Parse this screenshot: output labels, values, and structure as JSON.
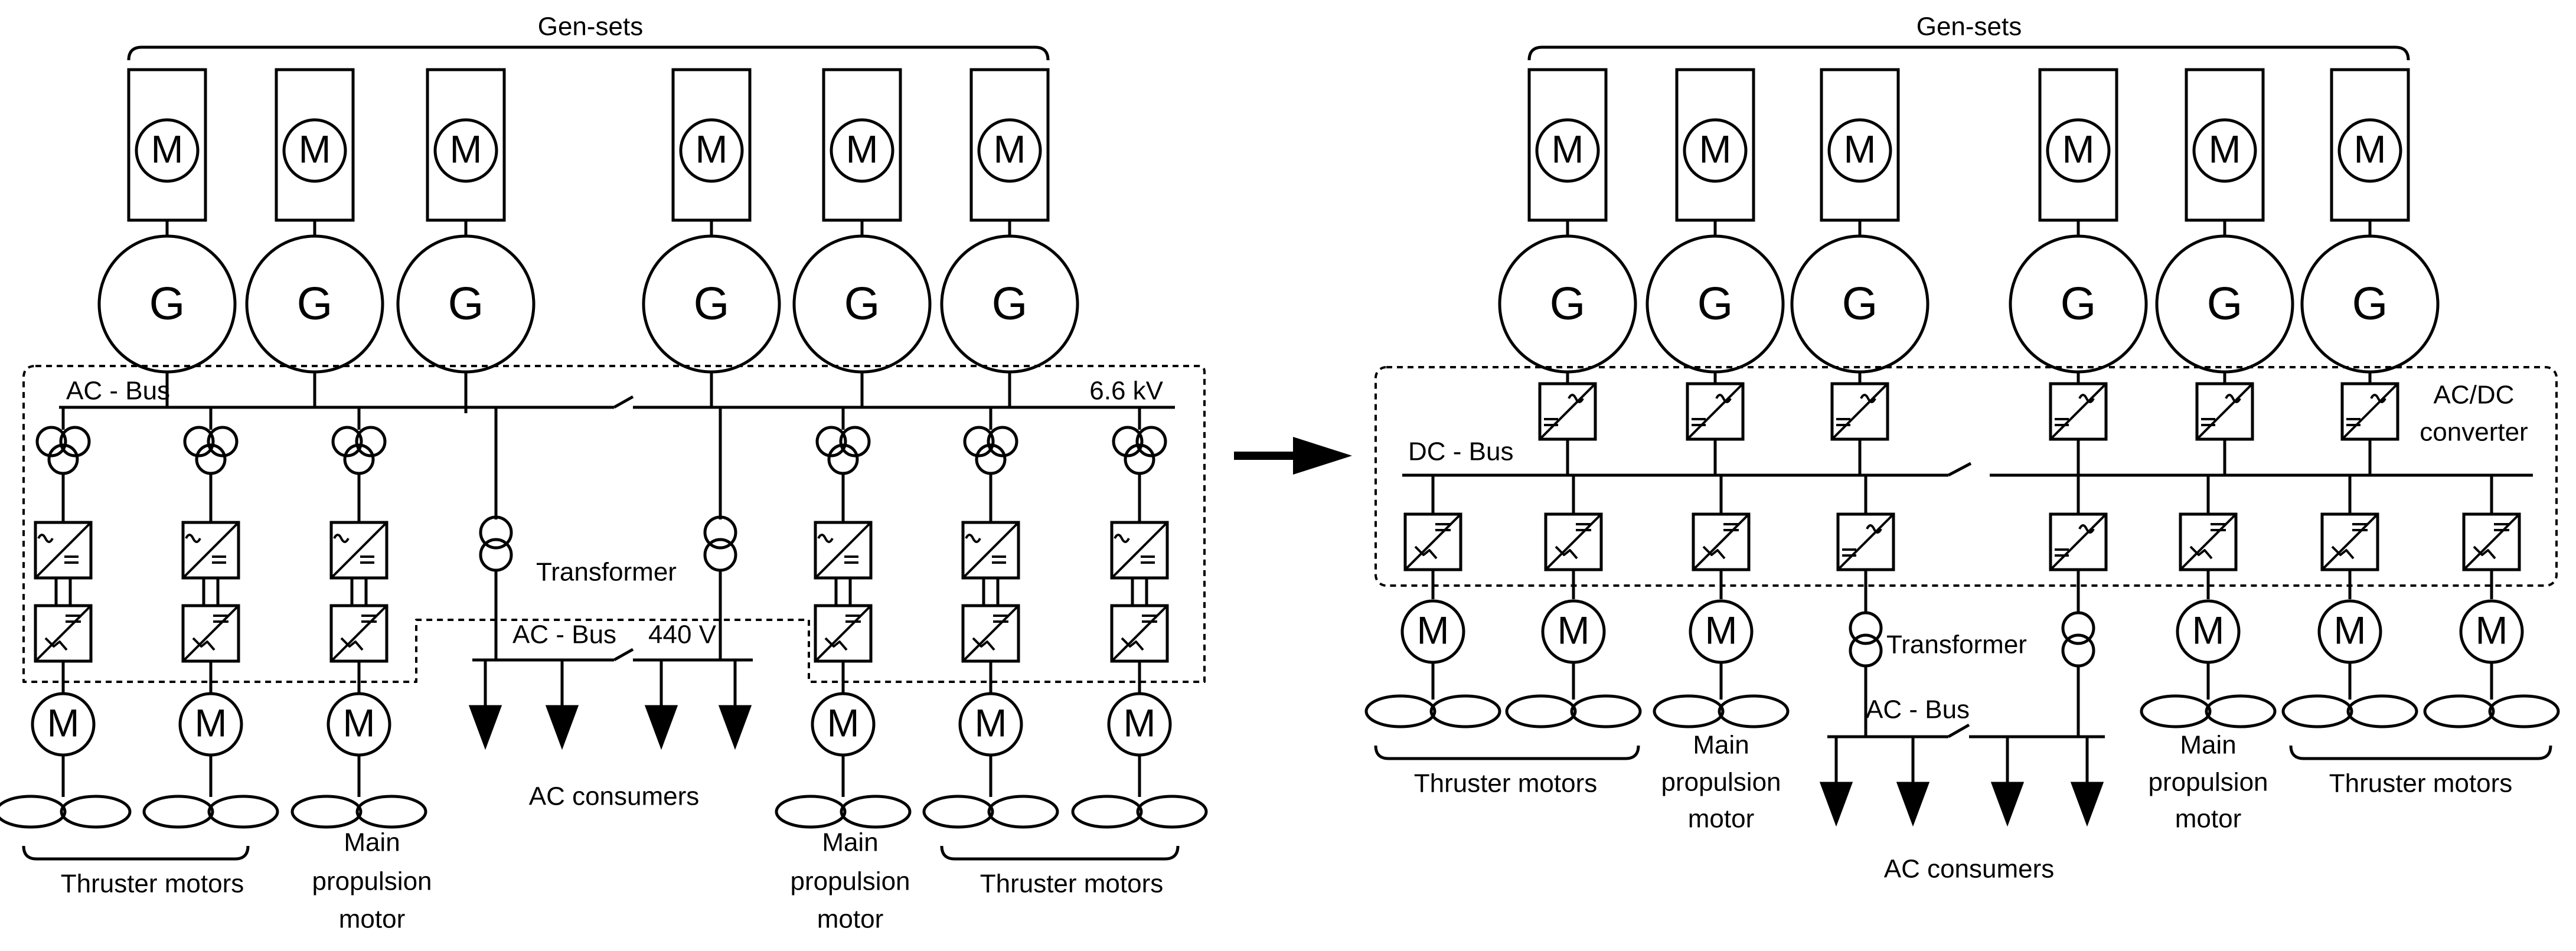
{
  "left": {
    "gensets_label": "Gen-sets",
    "ac_bus_label": "AC - Bus",
    "voltage_label": "6.6 kV",
    "transformer_label": "Transformer",
    "ac_bus_low_label": "AC - Bus",
    "low_voltage_label": "440 V",
    "ac_consumers_label": "AC consumers",
    "thruster_motors_label": "Thruster motors",
    "main_propulsion_motor_label": [
      "Main",
      "propulsion",
      "motor"
    ]
  },
  "right": {
    "gensets_label": "Gen-sets",
    "dc_bus_label": "DC - Bus",
    "converter_label": [
      "AC/DC",
      "converter"
    ],
    "transformer_label": "Transformer",
    "ac_bus_label": "AC - Bus",
    "ac_consumers_label": "AC consumers",
    "thruster_motors_label": "Thruster motors",
    "main_propulsion_motor_label": [
      "Main",
      "propulsion",
      "motor"
    ]
  },
  "symbols": {
    "motor_letter": "M",
    "generator_letter": "G"
  }
}
